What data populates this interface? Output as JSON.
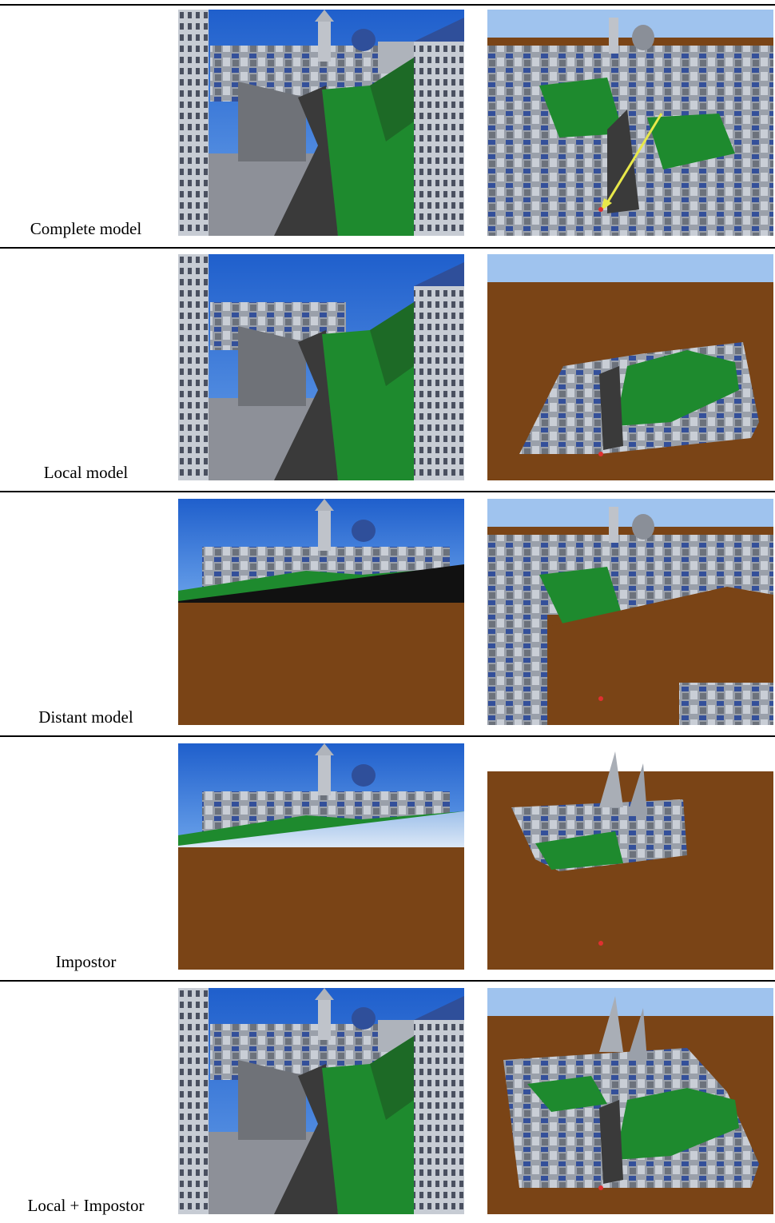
{
  "rows": [
    {
      "label": "Complete model",
      "left": "street-complete",
      "right": "aerial-complete"
    },
    {
      "label": "Local model",
      "left": "street-local",
      "right": "aerial-local"
    },
    {
      "label": "Distant model",
      "left": "street-distant",
      "right": "aerial-distant"
    },
    {
      "label": "Impostor",
      "left": "street-impostor",
      "right": "aerial-impostor"
    },
    {
      "label": "Local + Impostor",
      "left": "street-local-impostor",
      "right": "aerial-local-impostor"
    }
  ],
  "colors": {
    "sky": "#2a6fd6",
    "sky_light": "#bcd4f2",
    "ground": "#7a4416",
    "grass": "#1e8a2e",
    "road": "#3a3a3a",
    "building": "#b9bec6",
    "roof": "#2f4f9a",
    "arrow": "#e8e84a"
  }
}
